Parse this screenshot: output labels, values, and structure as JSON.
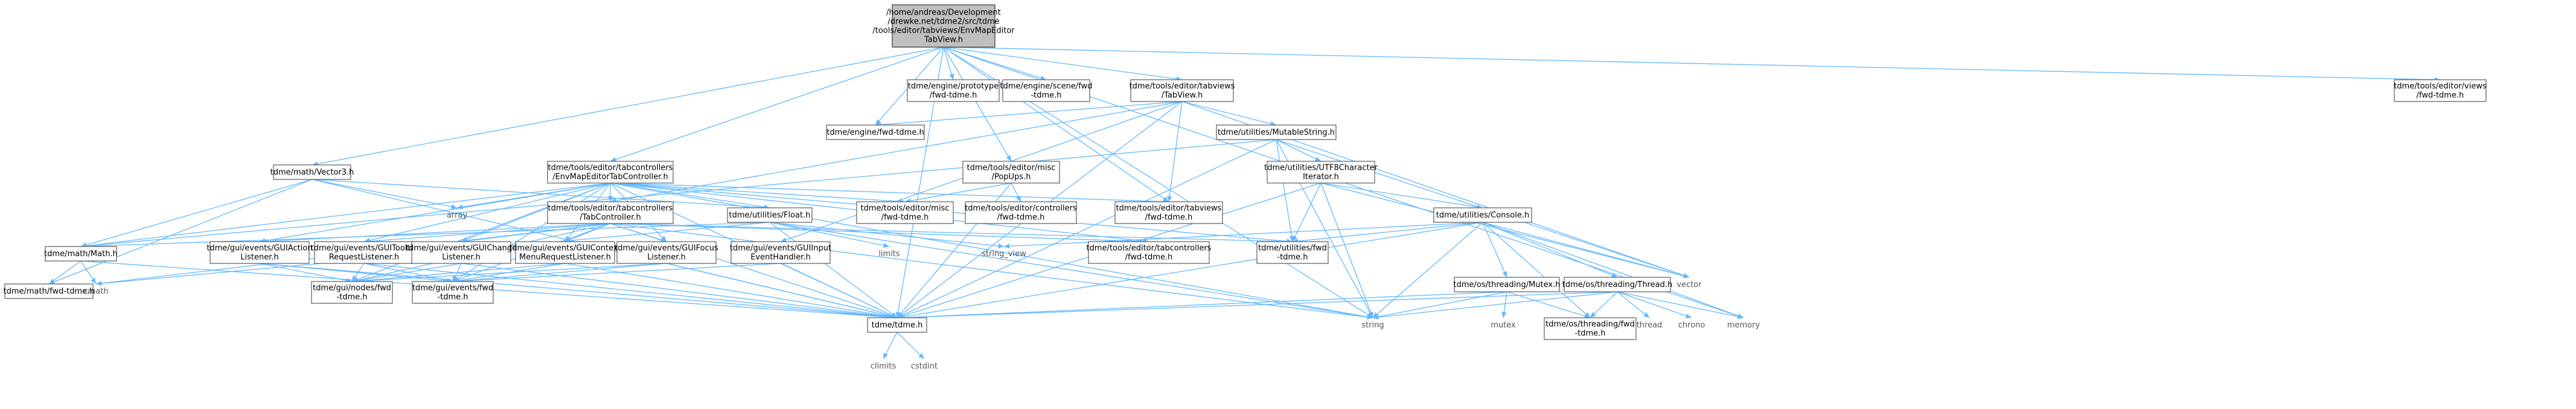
{
  "nodes": [
    {
      "id": "root",
      "lines": [
        "/home/andreas/Development",
        "/drewke.net/tdme2/src/tdme",
        "/tools/editor/tabviews/EnvMapEditor",
        "TabView.h"
      ],
      "kind": "root"
    },
    {
      "id": "proto_fwd",
      "lines": [
        "tdme/engine/prototype",
        "/fwd-tdme.h"
      ],
      "kind": "file"
    },
    {
      "id": "scene_fwd",
      "lines": [
        "tdme/engine/scene/fwd",
        "-tdme.h"
      ],
      "kind": "file"
    },
    {
      "id": "tabview",
      "lines": [
        "tdme/tools/editor/tabviews",
        "/TabView.h"
      ],
      "kind": "file"
    },
    {
      "id": "views_fwd",
      "lines": [
        "tdme/tools/editor/views",
        "/fwd-tdme.h"
      ],
      "kind": "file"
    },
    {
      "id": "engine_fwd",
      "lines": [
        "tdme/engine/fwd-tdme.h"
      ],
      "kind": "file"
    },
    {
      "id": "mutstring",
      "lines": [
        "tdme/utilities/MutableString.h"
      ],
      "kind": "file"
    },
    {
      "id": "vector3",
      "lines": [
        "tdme/math/Vector3.h"
      ],
      "kind": "file"
    },
    {
      "id": "envctrl",
      "lines": [
        "tdme/tools/editor/tabcontrollers",
        "/EnvMapEditorTabController.h"
      ],
      "kind": "file"
    },
    {
      "id": "popups",
      "lines": [
        "tdme/tools/editor/misc",
        "/PopUps.h"
      ],
      "kind": "file"
    },
    {
      "id": "utf8",
      "lines": [
        "tdme/utilities/UTF8Character",
        "Iterator.h"
      ],
      "kind": "file"
    },
    {
      "id": "array",
      "lines": [
        "array"
      ],
      "kind": "sys"
    },
    {
      "id": "tabctrl",
      "lines": [
        "tdme/tools/editor/tabcontrollers",
        "/TabController.h"
      ],
      "kind": "file"
    },
    {
      "id": "float",
      "lines": [
        "tdme/utilities/Float.h"
      ],
      "kind": "file"
    },
    {
      "id": "misc_fwd",
      "lines": [
        "tdme/tools/editor/misc",
        "/fwd-tdme.h"
      ],
      "kind": "file"
    },
    {
      "id": "ctrls_fwd",
      "lines": [
        "tdme/tools/editor/controllers",
        "/fwd-tdme.h"
      ],
      "kind": "file"
    },
    {
      "id": "tabviews_fwd",
      "lines": [
        "tdme/tools/editor/tabviews",
        "/fwd-tdme.h"
      ],
      "kind": "file"
    },
    {
      "id": "console",
      "lines": [
        "tdme/utilities/Console.h"
      ],
      "kind": "file"
    },
    {
      "id": "math",
      "lines": [
        "tdme/math/Math.h"
      ],
      "kind": "file"
    },
    {
      "id": "guiaction",
      "lines": [
        "tdme/gui/events/GUIAction",
        "Listener.h"
      ],
      "kind": "file"
    },
    {
      "id": "guitooltip",
      "lines": [
        "tdme/gui/events/GUITooltip",
        "RequestListener.h"
      ],
      "kind": "file"
    },
    {
      "id": "guichange",
      "lines": [
        "tdme/gui/events/GUIChange",
        "Listener.h"
      ],
      "kind": "file"
    },
    {
      "id": "guicontext",
      "lines": [
        "tdme/gui/events/GUIContext",
        "MenuRequestListener.h"
      ],
      "kind": "file"
    },
    {
      "id": "guifocus",
      "lines": [
        "tdme/gui/events/GUIFocus",
        "Listener.h"
      ],
      "kind": "file"
    },
    {
      "id": "guiinput",
      "lines": [
        "tdme/gui/events/GUIInput",
        "EventHandler.h"
      ],
      "kind": "file"
    },
    {
      "id": "limits",
      "lines": [
        "limits"
      ],
      "kind": "sys"
    },
    {
      "id": "string_view",
      "lines": [
        "string_view"
      ],
      "kind": "sys"
    },
    {
      "id": "tabctrls_fwd",
      "lines": [
        "tdme/tools/editor/tabcontrollers",
        "/fwd-tdme.h"
      ],
      "kind": "file"
    },
    {
      "id": "util_fwd",
      "lines": [
        "tdme/utilities/fwd",
        "-tdme.h"
      ],
      "kind": "file"
    },
    {
      "id": "mutex",
      "lines": [
        "tdme/os/threading/Mutex.h"
      ],
      "kind": "file"
    },
    {
      "id": "thread",
      "lines": [
        "tdme/os/threading/Thread.h"
      ],
      "kind": "file"
    },
    {
      "id": "vector",
      "lines": [
        "vector"
      ],
      "kind": "sys"
    },
    {
      "id": "math_fwd",
      "lines": [
        "tdme/math/fwd-tdme.h"
      ],
      "kind": "file"
    },
    {
      "id": "cmath",
      "lines": [
        "cmath"
      ],
      "kind": "sys"
    },
    {
      "id": "nodes_fwd",
      "lines": [
        "tdme/gui/nodes/fwd",
        "-tdme.h"
      ],
      "kind": "file"
    },
    {
      "id": "events_fwd",
      "lines": [
        "tdme/gui/events/fwd",
        "-tdme.h"
      ],
      "kind": "file"
    },
    {
      "id": "tdme",
      "lines": [
        "tdme/tdme.h"
      ],
      "kind": "file"
    },
    {
      "id": "string",
      "lines": [
        "string"
      ],
      "kind": "sys"
    },
    {
      "id": "mutex_sys",
      "lines": [
        "mutex"
      ],
      "kind": "sys"
    },
    {
      "id": "threading_fwd",
      "lines": [
        "tdme/os/threading/fwd",
        "-tdme.h"
      ],
      "kind": "file"
    },
    {
      "id": "thread_sys",
      "lines": [
        "thread"
      ],
      "kind": "sys"
    },
    {
      "id": "chrono",
      "lines": [
        "chrono"
      ],
      "kind": "sys"
    },
    {
      "id": "memory",
      "lines": [
        "memory"
      ],
      "kind": "sys"
    },
    {
      "id": "climits",
      "lines": [
        "climits"
      ],
      "kind": "sys"
    },
    {
      "id": "cstdint",
      "lines": [
        "cstdint"
      ],
      "kind": "sys"
    }
  ]
}
